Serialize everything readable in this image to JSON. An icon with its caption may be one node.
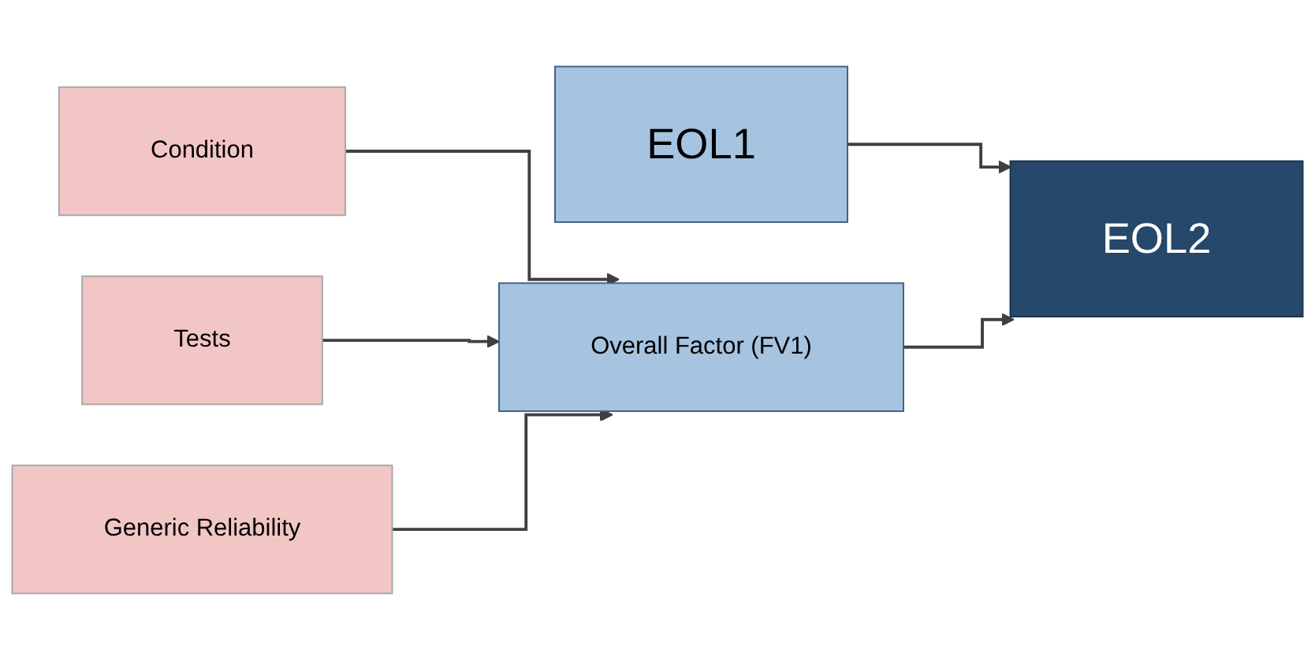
{
  "diagram": {
    "nodes": [
      {
        "text": [
          "Condition"
        ]
      },
      {
        "text": [
          "Tests"
        ]
      },
      {
        "text": [
          "Generic Reliability"
        ]
      },
      {
        "text": [
          "EOL1"
        ]
      },
      {
        "text": [
          "Overall Factor (FV1)"
        ]
      },
      {
        "text": [
          "EOL2"
        ]
      }
    ],
    "edges": [
      {
        "from": 0,
        "to": 4,
        "arrow": "to"
      },
      {
        "from": 1,
        "to": 4,
        "arrow": "to"
      },
      {
        "from": 2,
        "to": 4,
        "arrow": "to"
      },
      {
        "from": 3,
        "to": 5,
        "arrow": "to"
      },
      {
        "from": 4,
        "to": 5,
        "arrow": "to"
      }
    ]
  }
}
